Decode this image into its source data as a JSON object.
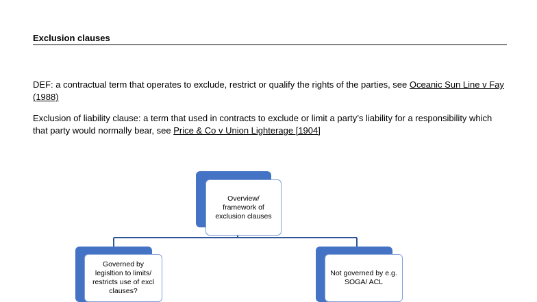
{
  "document": {
    "heading": "Exclusion clauses",
    "definition": {
      "text": "DEF: a contractual term that operates to exclude, restrict or qualify the rights of the parties, see ",
      "case_ref": "Oceanic Sun Line v Fay (1988)"
    },
    "exclusion_liability": {
      "text": "Exclusion of liability clause: a term that used in contracts to exclude or limit a party’s liability for a responsibility which that party would normally bear, see ",
      "case_ref": "Price & Co v Union Lighterage [1904]"
    }
  },
  "diagram": {
    "root": {
      "label": "Overview/ framework of exclusion clauses"
    },
    "children": [
      {
        "label": "Governed by legisltion to limits/ restricts use of excl clauses?"
      },
      {
        "label": "Not governed by e.g. SOGA/ ACL"
      }
    ],
    "colors": {
      "accent": "#4472c4",
      "connector": "#2f5597",
      "front_border": "#7f9fd4"
    }
  }
}
